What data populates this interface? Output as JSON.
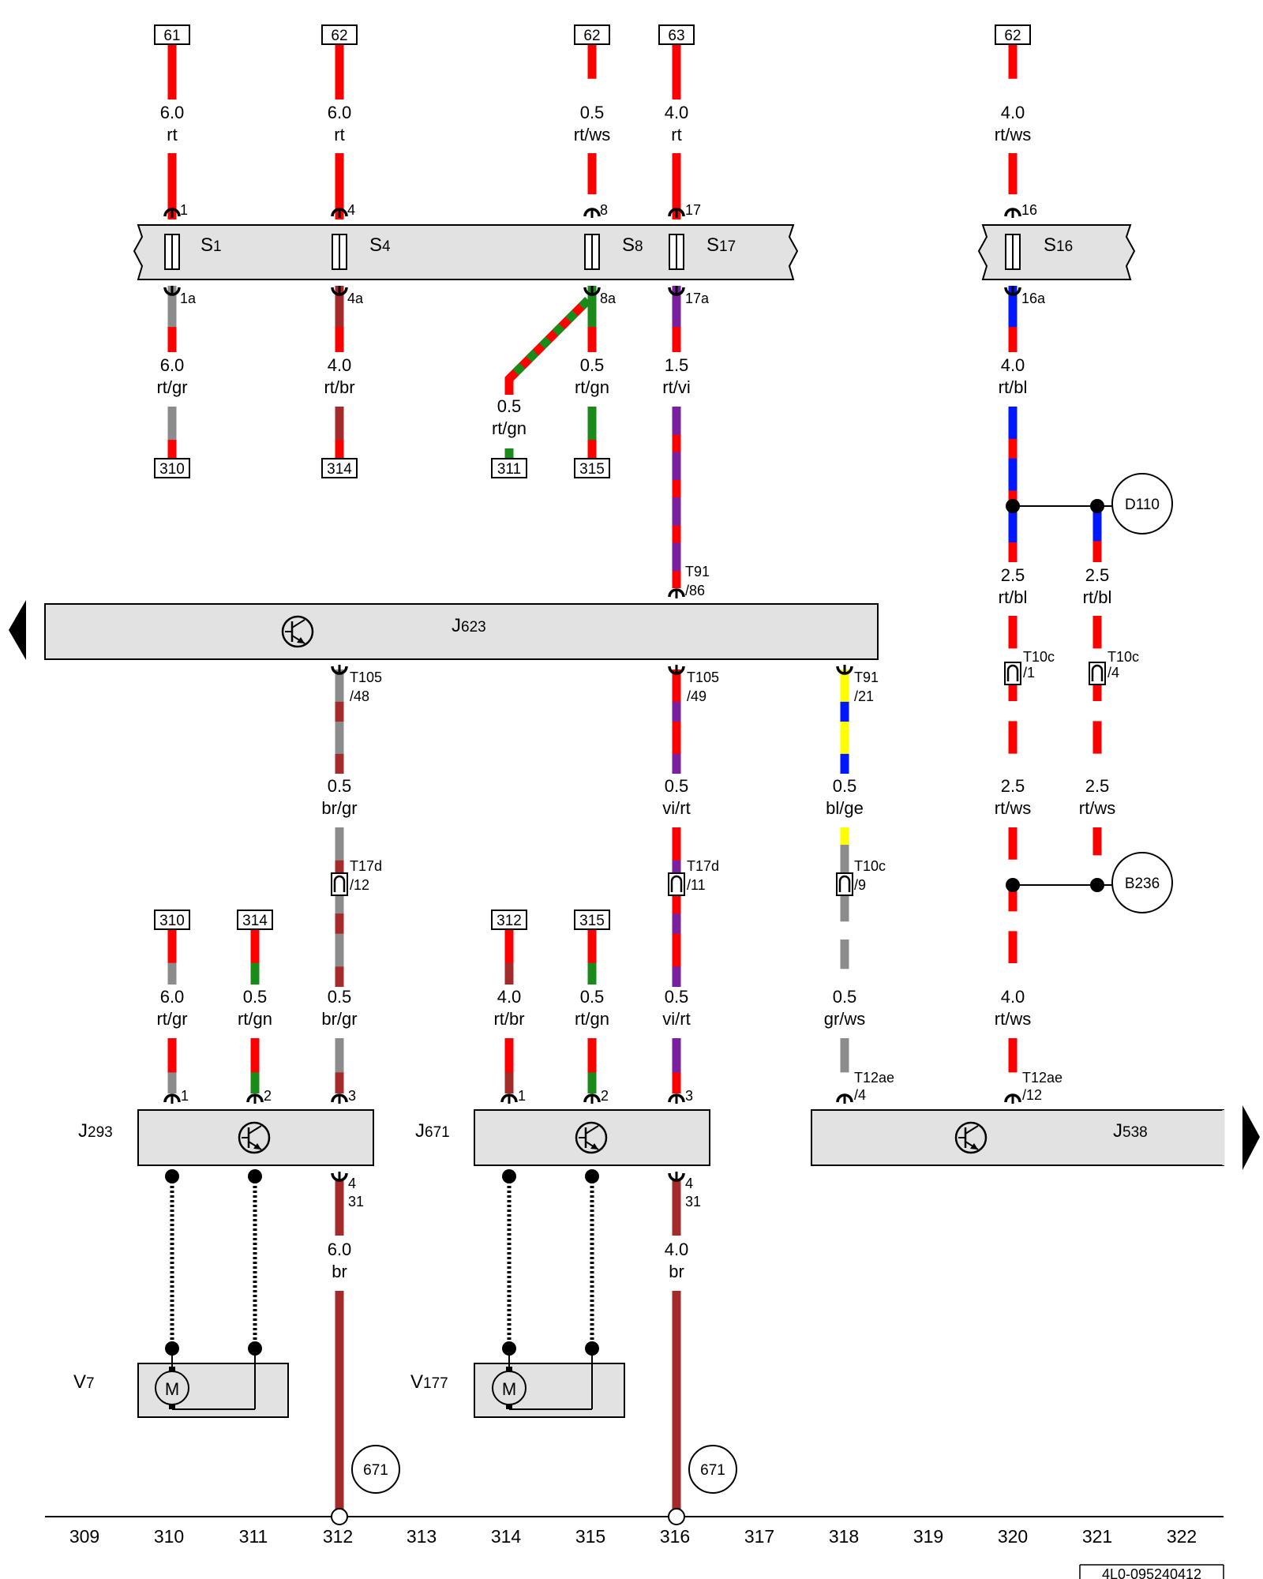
{
  "colors": {
    "rt": "#ff0000",
    "gr": "#8c8c8c",
    "br": "#a52a2a",
    "gn": "#1a8a1a",
    "bl": "#0018ff",
    "vi": "#7a1fa0",
    "ws": "#ffffff",
    "ge": "#ffff00",
    "sw": "#000000",
    "box": "#e2e2e2"
  },
  "top_refs": [
    {
      "text": "61"
    },
    {
      "text": "62"
    },
    {
      "text": "62"
    },
    {
      "text": "63"
    },
    {
      "text": "62"
    }
  ],
  "end_refs": [
    {
      "text": "310"
    },
    {
      "text": "314"
    },
    {
      "text": "311"
    },
    {
      "text": "315"
    },
    {
      "text": "310"
    },
    {
      "text": "314"
    },
    {
      "text": "312"
    },
    {
      "text": "315"
    }
  ],
  "wire_labels": [
    {
      "size": "6.0",
      "color": "rt"
    },
    {
      "size": "6.0",
      "color": "rt"
    },
    {
      "size": "0.5",
      "color": "rt/ws"
    },
    {
      "size": "4.0",
      "color": "rt"
    },
    {
      "size": "4.0",
      "color": "rt/ws"
    },
    {
      "size": "6.0",
      "color": "rt/gr"
    },
    {
      "size": "4.0",
      "color": "rt/br"
    },
    {
      "size": "0.5",
      "color": "rt/gn"
    },
    {
      "size": "0.5",
      "color": "rt/gn"
    },
    {
      "size": "1.5",
      "color": "rt/vi"
    },
    {
      "size": "4.0",
      "color": "rt/bl"
    },
    {
      "size": "2.5",
      "color": "rt/bl"
    },
    {
      "size": "2.5",
      "color": "rt/bl"
    },
    {
      "size": "0.5",
      "color": "br/gr"
    },
    {
      "size": "0.5",
      "color": "vi/rt"
    },
    {
      "size": "0.5",
      "color": "bl/ge"
    },
    {
      "size": "2.5",
      "color": "rt/ws"
    },
    {
      "size": "2.5",
      "color": "rt/ws"
    },
    {
      "size": "6.0",
      "color": "rt/gr"
    },
    {
      "size": "0.5",
      "color": "rt/gn"
    },
    {
      "size": "0.5",
      "color": "br/gr"
    },
    {
      "size": "4.0",
      "color": "rt/br"
    },
    {
      "size": "0.5",
      "color": "rt/gn"
    },
    {
      "size": "0.5",
      "color": "vi/rt"
    },
    {
      "size": "0.5",
      "color": "gr/ws"
    },
    {
      "size": "4.0",
      "color": "rt/ws"
    },
    {
      "size": "6.0",
      "color": "br"
    },
    {
      "size": "4.0",
      "color": "br"
    }
  ],
  "pins": [
    "1",
    "4",
    "8",
    "17",
    "16",
    "1a",
    "4a",
    "8a",
    "17a",
    "16a",
    "T91",
    "/86",
    "T105",
    "/48",
    "T105",
    "/49",
    "T91",
    "/21",
    "T10c",
    "/1",
    "T10c",
    "/4",
    "T17d",
    "/12",
    "T17d",
    "/11",
    "T10c",
    "/9",
    "1",
    "2",
    "3",
    "1",
    "2",
    "3",
    "T12ae",
    "/4",
    "T12ae",
    "/12",
    "4",
    "31",
    "4",
    "31"
  ],
  "fuse_box_left": {
    "fuses": [
      {
        "letter": "S",
        "sub": "1"
      },
      {
        "letter": "S",
        "sub": "4"
      },
      {
        "letter": "S",
        "sub": "8"
      },
      {
        "letter": "S",
        "sub": "17"
      }
    ]
  },
  "fuse_box_right": {
    "fuses": [
      {
        "letter": "S",
        "sub": "16"
      }
    ]
  },
  "components": {
    "J623": {
      "letter": "J",
      "sub": "623"
    },
    "J293": {
      "letter": "J",
      "sub": "293"
    },
    "J671": {
      "letter": "J",
      "sub": "671"
    },
    "J538": {
      "letter": "J",
      "sub": "538"
    },
    "V7": {
      "letter": "V",
      "sub": "7"
    },
    "V177": {
      "letter": "V",
      "sub": "177"
    },
    "motor_symbol": "M"
  },
  "round_refs": {
    "D110": "D110",
    "B236": "B236",
    "ground_1": "671",
    "ground_2": "671"
  },
  "column_numbers": [
    "309",
    "310",
    "311",
    "312",
    "313",
    "314",
    "315",
    "316",
    "317",
    "318",
    "319",
    "320",
    "321",
    "322"
  ],
  "doc_id": "4L0-095240412"
}
